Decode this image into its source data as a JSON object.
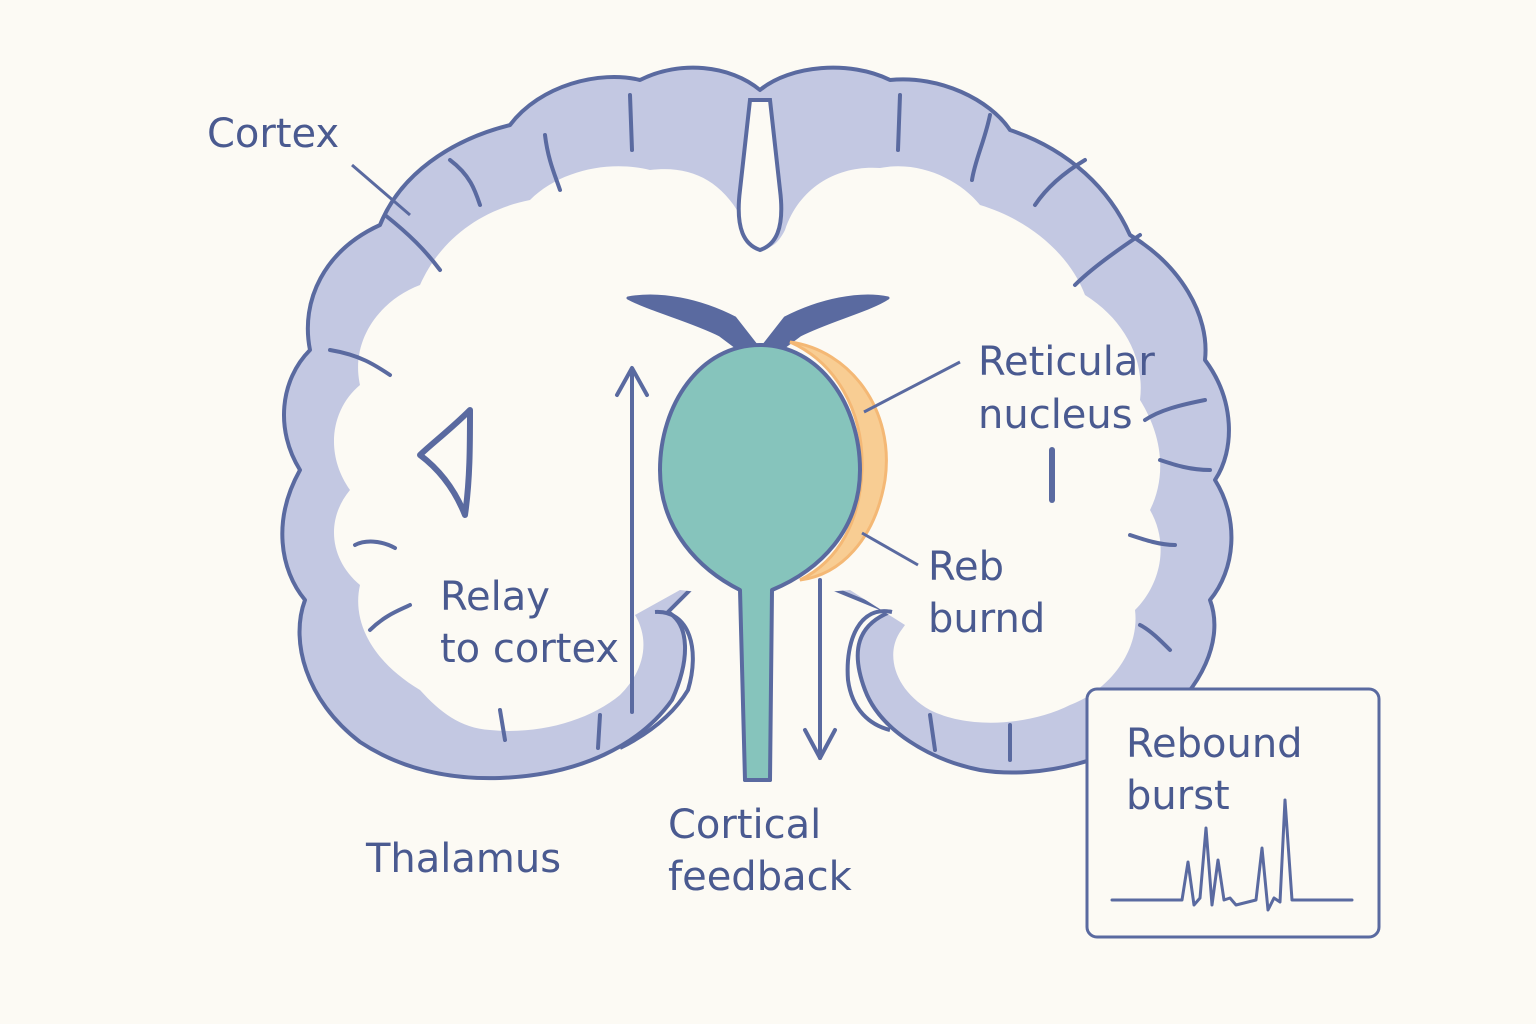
{
  "labels": {
    "cortex": "Cortex",
    "reticular": [
      "Reticular",
      "nucleus"
    ],
    "reb": [
      "Reb",
      "burnd"
    ],
    "relay": [
      "Relay",
      "to cortex"
    ],
    "cortical_feedback": [
      "Cortical",
      "feedback"
    ],
    "thalamus": "Thalamus"
  },
  "inset": {
    "title": [
      "Rebound",
      "burst"
    ]
  },
  "colors": {
    "background": "#fcfaf4",
    "outline": "#5a6aa0",
    "gray_matter": "#c3c8e2",
    "thalamus": "#86c4bc",
    "reticular": "#f8cd93",
    "text": "#4a5a90"
  }
}
